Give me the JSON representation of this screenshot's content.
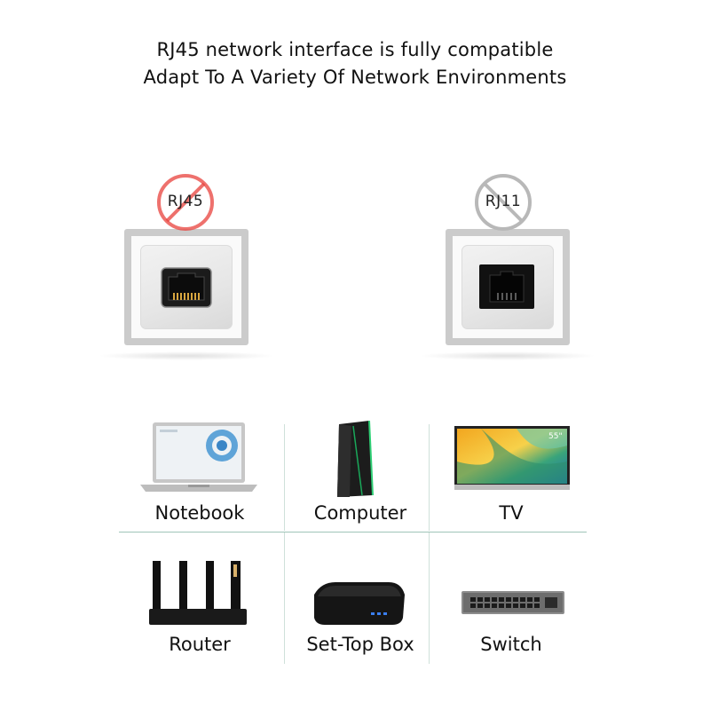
{
  "headline": {
    "line1": "RJ45 network interface is fully compatible",
    "line2": "Adapt To A Variety Of Network Environments"
  },
  "ports": [
    {
      "badge": "RJ45",
      "badge_color": "#e8413c",
      "type": "ethernet-jack-icon"
    },
    {
      "badge": "RJ11",
      "badge_color": "#b8b8b8",
      "type": "phone-jack-icon"
    }
  ],
  "devices": [
    {
      "label": "Notebook",
      "icon": "notebook-icon"
    },
    {
      "label": "Computer",
      "icon": "computer-tower-icon"
    },
    {
      "label": "TV",
      "icon": "tv-icon"
    },
    {
      "label": "Router",
      "icon": "router-icon"
    },
    {
      "label": "Set-Top Box",
      "icon": "set-top-box-icon"
    },
    {
      "label": "Switch",
      "icon": "network-switch-icon"
    }
  ],
  "tv_badge": "55\"",
  "colors": {
    "accent_green": "#9fc4b8",
    "prohibit_red": "#e8413c",
    "prohibit_gray": "#b8b8b8"
  }
}
